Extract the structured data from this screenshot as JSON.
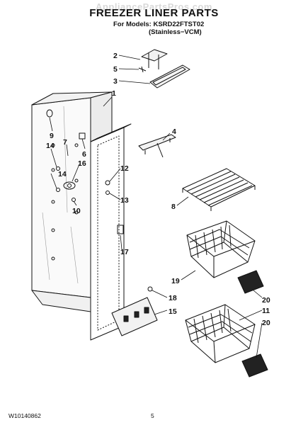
{
  "watermark": "AppliancePartsPros.com",
  "title": "FREEZER LINER PARTS",
  "models_line": "For Models: KSRD22FTST02",
  "models_sub": "(Stainless−VCM)",
  "footer_code": "W10140862",
  "page_number": "5",
  "callouts": [
    "2",
    "5",
    "3",
    "1",
    "4",
    "9",
    "7",
    "14",
    "6",
    "16",
    "14",
    "10",
    "12",
    "13",
    "8",
    "17",
    "19",
    "20",
    "18",
    "15",
    "11",
    "20"
  ]
}
